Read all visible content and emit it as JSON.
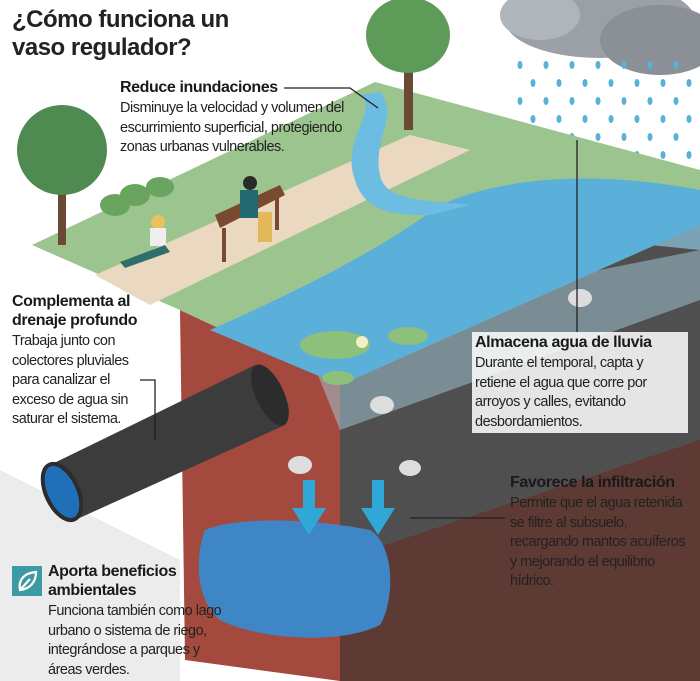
{
  "title": "¿Cómo funciona un vaso regulador?",
  "callouts": [
    {
      "id": "reduce",
      "heading": "Reduce inundaciones",
      "body": "Disminuye la velocidad y volumen del escurrimiento superficial, protegiendo zonas urbanas vulnerables."
    },
    {
      "id": "complementa",
      "heading": "Complementa al drenaje profundo",
      "body": "Trabaja junto con colectores pluviales para canalizar el exceso de agua sin saturar el sistema."
    },
    {
      "id": "almacena",
      "heading": "Almacena agua de lluvia",
      "body": "Durante el temporal, capta y retiene el agua que corre por arroyos y calles, evitando desbordamientos."
    },
    {
      "id": "favorece",
      "heading": "Favorece la infiltración",
      "body": "Permite que el agua retenida se filtre al subsuelo, recargando mantos acuíferos y mejorando el equilibrio hídrico."
    },
    {
      "id": "aporta",
      "heading": "Aporta beneficios ambientales",
      "body": "Funciona también como lago urbano o sistema de riego, integrándose a parques y áreas verdes."
    }
  ],
  "icons": {
    "aporta": "leaf-icon"
  },
  "colors": {
    "grass": "#9cc48f",
    "path": "#ead9c0",
    "water": "#5ab0d8",
    "soil": "#5e3a34",
    "clay": "#a4493d",
    "accent": "#3c9aa2"
  }
}
